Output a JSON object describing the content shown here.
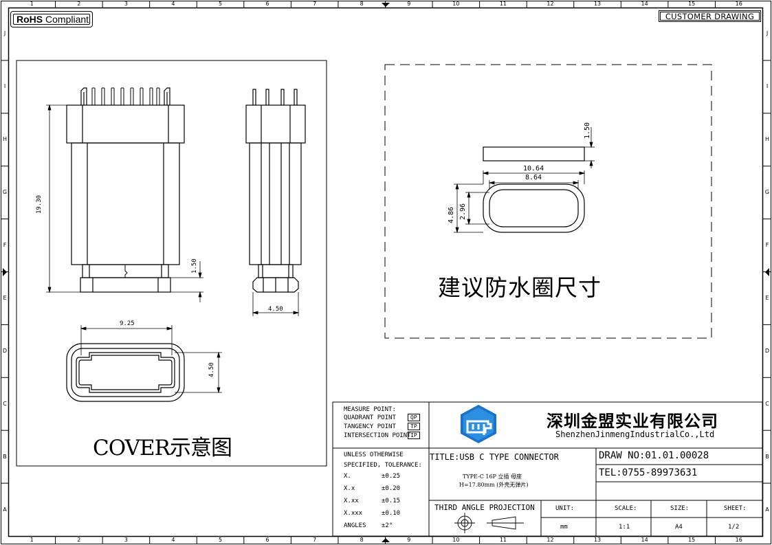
{
  "border": {
    "col_numbers": [
      "1",
      "2",
      "3",
      "4",
      "5",
      "6",
      "7",
      "8",
      "9",
      "10",
      "11",
      "12",
      "13",
      "14",
      "15",
      "16"
    ],
    "row_letters": [
      "J",
      "I",
      "H",
      "G",
      "F",
      "E",
      "D",
      "C",
      "B",
      "A"
    ]
  },
  "header": {
    "rohs_bold": "RoHS",
    "rohs_rest": "Compliant",
    "customer_drawing": "CUSTOMER DRAWING"
  },
  "cover_view": {
    "caption": "COVER示意图",
    "dims": {
      "height_total": "19.30",
      "bottom_height": "1.50",
      "side_width": "4.50",
      "ring_width": "9.25",
      "ring_height": "4.50"
    }
  },
  "ring_view": {
    "caption": "建议防水圈尺寸",
    "dims": {
      "thickness": "1.50",
      "outer_width": "10.64",
      "inner_width": "8.64",
      "outer_height": "4.86",
      "inner_height": "2.96"
    }
  },
  "title_block": {
    "measure_point": {
      "heading": "MEASURE POINT:",
      "items": [
        {
          "label": "QUADRANT POINT",
          "code": "QP"
        },
        {
          "label": "TANGENCY POINT",
          "code": "TP"
        },
        {
          "label": "INTERSECTION POINT",
          "code": "IP"
        }
      ]
    },
    "company_cn": "深圳金盟实业有限公司",
    "company_en": "ShenzhenJinmengIndustrialCo.,Ltd",
    "tolerance": {
      "heading1": "UNLESS OTHERWISE",
      "heading2": "SPECIFIED, TOLERANCE:",
      "rows": [
        {
          "label": "X.",
          "value": "±0.25"
        },
        {
          "label": "X.x",
          "value": "±0.20"
        },
        {
          "label": "X.xx",
          "value": "±0.15"
        },
        {
          "label": "X.xxx",
          "value": "±0.10"
        },
        {
          "label": "ANGLES",
          "value": "±2°"
        }
      ]
    },
    "title": "TITLE:USB C TYPE CONNECTOR",
    "subtitle1": "TYPE-C 16P 立插 母座",
    "subtitle2": "H=17.80mm (外壳无弹片)",
    "draw_no": "DRAW NO:01.01.00028",
    "tel": "TEL:0755-89973631",
    "projection_label": "THIRD ANGLE PROJECTION",
    "unit_label": "UNIT:",
    "unit_value": "mm",
    "scale_label": "SCALE:",
    "scale_value": "1:1",
    "size_label": "SIZE:",
    "size_value": "A4",
    "sheet_label": "SHEET:",
    "sheet_value": "1/2"
  }
}
